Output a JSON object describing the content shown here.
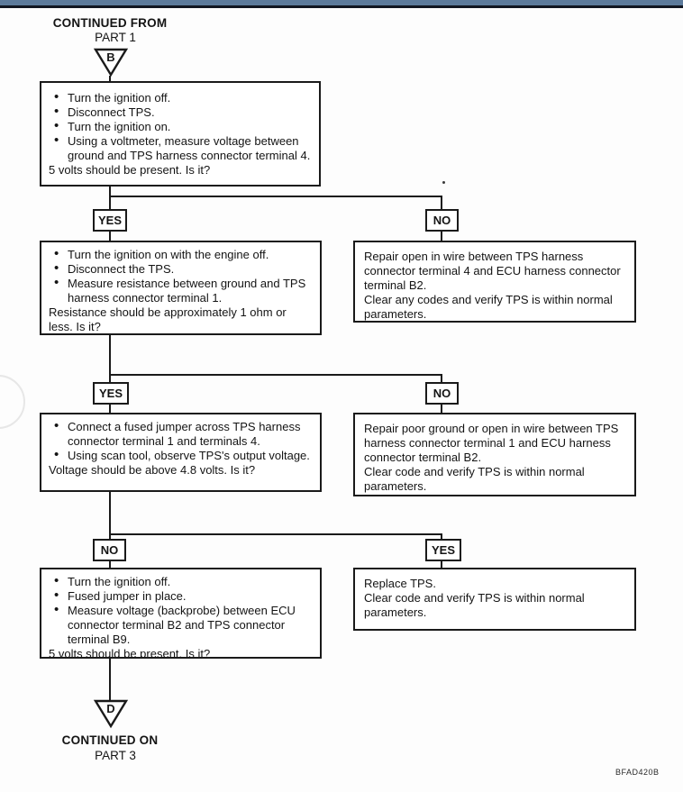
{
  "page": {
    "header": {
      "continued_from": "CONTINUED FROM",
      "part": "PART 1",
      "connector_letter": "B"
    },
    "footer": {
      "continued_on": "CONTINUED ON",
      "part": "PART 3",
      "connector_letter": "D"
    },
    "figure_code": "BFAD420B"
  },
  "flow": {
    "step1": {
      "bullets": [
        "Turn the ignition off.",
        "Disconnect TPS.",
        "Turn the ignition on.",
        "Using a voltmeter, measure voltage between ground and TPS harness connector terminal 4."
      ],
      "question": "5 volts should be present. Is it?",
      "branch_left": "YES",
      "branch_right": "NO"
    },
    "repair1": {
      "lines": [
        "Repair open in wire between TPS harness connector terminal 4 and ECU harness connector terminal B2.",
        "Clear any codes and verify TPS is within normal parameters."
      ]
    },
    "step2": {
      "bullets": [
        "Turn the ignition on with the engine off.",
        "Disconnect the TPS.",
        "Measure resistance between ground and TPS harness connector terminal 1."
      ],
      "question": "Resistance should be approximately 1 ohm or less. Is it?",
      "branch_left": "YES",
      "branch_right": "NO"
    },
    "repair2": {
      "lines": [
        "Repair poor ground or open in wire between TPS harness connector terminal 1 and ECU harness connector terminal B2.",
        "Clear code and verify TPS is within normal parameters."
      ]
    },
    "step3": {
      "bullets": [
        "Connect a fused jumper across TPS harness connector terminal 1 and terminals 4.",
        "Using scan tool, observe TPS's output voltage."
      ],
      "question": "Voltage should be above 4.8 volts. Is it?",
      "branch_left": "NO",
      "branch_right": "YES"
    },
    "repair3": {
      "lines": [
        "Replace TPS.",
        "Clear code and verify TPS is within normal parameters."
      ]
    },
    "step4": {
      "bullets": [
        "Turn the ignition off.",
        "Fused jumper in place.",
        "Measure voltage (backprobe) between ECU connector terminal B2 and TPS connector terminal B9."
      ],
      "question": "5 volts should be present. Is it?"
    }
  }
}
